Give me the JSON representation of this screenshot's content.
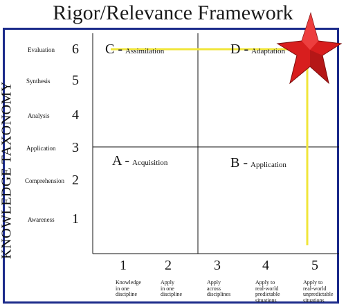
{
  "title": "Rigor/Relevance Framework",
  "y_axis_title": "KNOWLEDGE TAXONOMY",
  "knowledge_levels": [
    {
      "num": "6",
      "name": "Evaluation"
    },
    {
      "num": "5",
      "name": "Synthesis"
    },
    {
      "num": "4",
      "name": "Analysis"
    },
    {
      "num": "3",
      "name": "Application"
    },
    {
      "num": "2",
      "name": "Comprehension"
    },
    {
      "num": "1",
      "name": "Awareness"
    }
  ],
  "application_levels": [
    {
      "num": "1",
      "desc": [
        "Knowledge",
        "in one",
        "discipline"
      ]
    },
    {
      "num": "2",
      "desc": [
        "Apply",
        "in one",
        "discipline"
      ]
    },
    {
      "num": "3",
      "desc": [
        "Apply",
        "across",
        "disciplines"
      ]
    },
    {
      "num": "4",
      "desc": [
        "Apply to",
        "real-world",
        "predictable",
        "situations"
      ]
    },
    {
      "num": "5",
      "desc": [
        "Apply to",
        "real-world",
        "unpredictable",
        "situations"
      ]
    }
  ],
  "quadrants": {
    "A": {
      "letter": "A -",
      "text": "Acquisition"
    },
    "B": {
      "letter": "B -",
      "text": "Application"
    },
    "C": {
      "letter": "C -",
      "text": "Assimilation"
    },
    "D": {
      "letter": "D -",
      "text": "Adaptation"
    }
  },
  "colors": {
    "frame": "#1b2a8a",
    "highlight_line": "#f0e63a",
    "star": "#d81e1e"
  },
  "highlight_icon": "red-star-icon"
}
